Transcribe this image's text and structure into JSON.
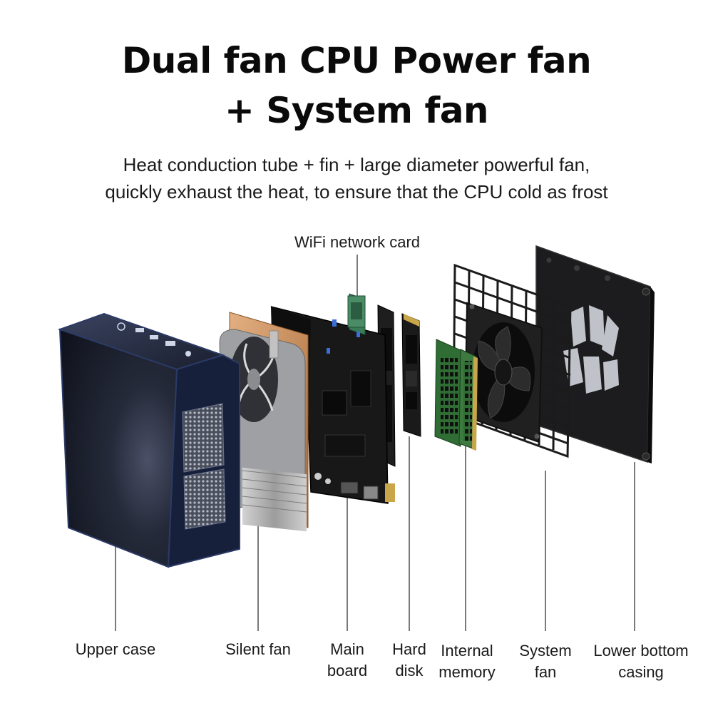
{
  "heading": {
    "line1": "Dual fan CPU Power fan",
    "line2": "+ System fan"
  },
  "subheading": {
    "line1": "Heat conduction tube + fin + large diameter powerful fan,",
    "line2": "quickly exhaust the heat, to ensure that the CPU cold as frost"
  },
  "labels": {
    "wifi": "WiFi network card",
    "upper_case": "Upper case",
    "silent_fan": "Silent fan",
    "main_board": [
      "Main",
      "board"
    ],
    "hard_disk": [
      "Hard",
      "disk"
    ],
    "internal_memory": [
      "Internal",
      "memory"
    ],
    "system_fan": [
      "System",
      "fan"
    ],
    "lower_casing": [
      "Lower bottom",
      "casing"
    ]
  },
  "colors": {
    "case_body": "#1b2030",
    "case_edge": "#2b3a66",
    "board": "#151515",
    "copper": "#c7894f",
    "fin_metal": "#a9a9a9"
  }
}
